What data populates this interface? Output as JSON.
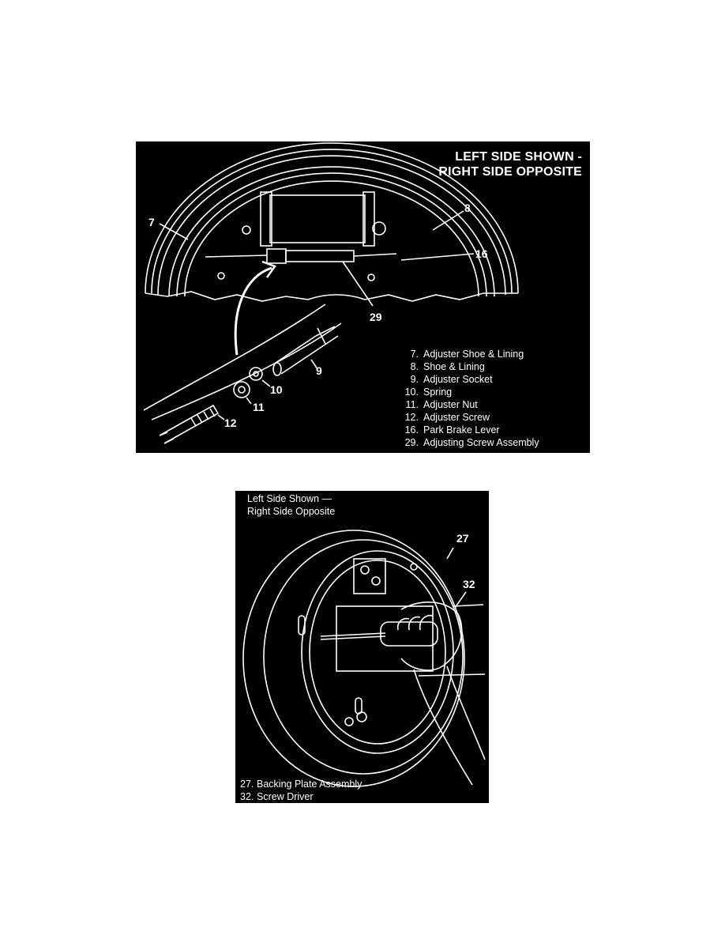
{
  "top_figure": {
    "title_lines": [
      "LEFT SIDE SHOWN -",
      "RIGHT SIDE OPPOSITE"
    ],
    "callouts": {
      "c7": "7",
      "c8": "8",
      "c16": "16",
      "c29": "29",
      "c9": "9",
      "c10": "10",
      "c11": "11",
      "c12": "12"
    },
    "legend": [
      {
        "num": "7.",
        "label": "Adjuster Shoe & Lining"
      },
      {
        "num": "8.",
        "label": "Shoe & Lining"
      },
      {
        "num": "9.",
        "label": "Adjuster Socket"
      },
      {
        "num": "10.",
        "label": "Spring"
      },
      {
        "num": "11.",
        "label": "Adjuster Nut"
      },
      {
        "num": "12.",
        "label": "Adjuster Screw"
      },
      {
        "num": "16.",
        "label": "Park Brake Lever"
      },
      {
        "num": "29.",
        "label": "Adjusting Screw Assembly"
      }
    ]
  },
  "bottom_figure": {
    "title_lines": [
      "Left Side Shown —",
      "Right Side Opposite"
    ],
    "callouts": {
      "c27": "27",
      "c32": "32"
    },
    "legend": [
      {
        "num": "27.",
        "label": "Backing Plate Assembly"
      },
      {
        "num": "32.",
        "label": "Screw Driver"
      }
    ]
  }
}
